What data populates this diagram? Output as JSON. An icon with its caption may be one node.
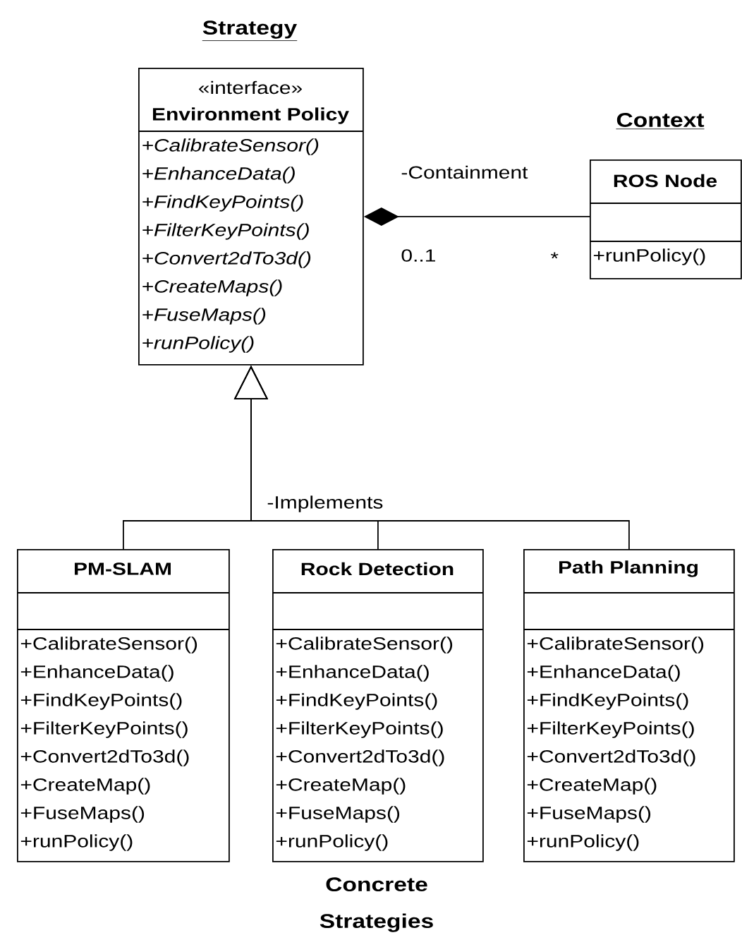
{
  "diagram": {
    "nodes": [
      {
        "text": [
          "«interface»",
          "Environment Policy",
          "+CalibrateSensor()",
          "+EnhanceData()",
          "+FindKeyPoints()",
          "+FilterKeyPoints()",
          "+Convert2dTo3d()",
          "+CreateMaps()",
          "+FuseMaps()",
          "+runPolicy()"
        ],
        "beside": [
          "Strategy"
        ]
      },
      {
        "text": [
          "ROS Node",
          "+runPolicy()"
        ],
        "beside": [
          "Context"
        ]
      },
      {
        "text": [
          "PM-SLAM",
          "+CalibrateSensor()",
          "+EnhanceData()",
          "+FindKeyPoints()",
          "+FilterKeyPoints()",
          "+Convert2dTo3d()",
          "+CreateMap()",
          "+FuseMaps()",
          "+runPolicy()"
        ]
      },
      {
        "text": [
          "Rock Detection",
          "+CalibrateSensor()",
          "+EnhanceData()",
          "+FindKeyPoints()",
          "+FilterKeyPoints()",
          "+Convert2dTo3d()",
          "+CreateMap()",
          "+FuseMaps()",
          "+runPolicy()"
        ]
      },
      {
        "text": [
          "Path Planning",
          "+CalibrateSensor()",
          "+EnhanceData()",
          "+FindKeyPoints()",
          "+FilterKeyPoints()",
          "+Convert2dTo3d()",
          "+CreateMap()",
          "+FuseMaps()",
          "+runPolicy()"
        ]
      }
    ],
    "edges": [
      {
        "from": 0,
        "to": 1,
        "arrow": "other",
        "label": "-Containment"
      },
      {
        "from": 2,
        "to": 0,
        "arrow": "to"
      },
      {
        "from": 3,
        "to": 0,
        "arrow": "to"
      },
      {
        "from": 4,
        "to": 0,
        "arrow": "to"
      }
    ],
    "labels": [
      "0..1",
      "*",
      "-Implements",
      "Concrete Strategies"
    ]
  }
}
